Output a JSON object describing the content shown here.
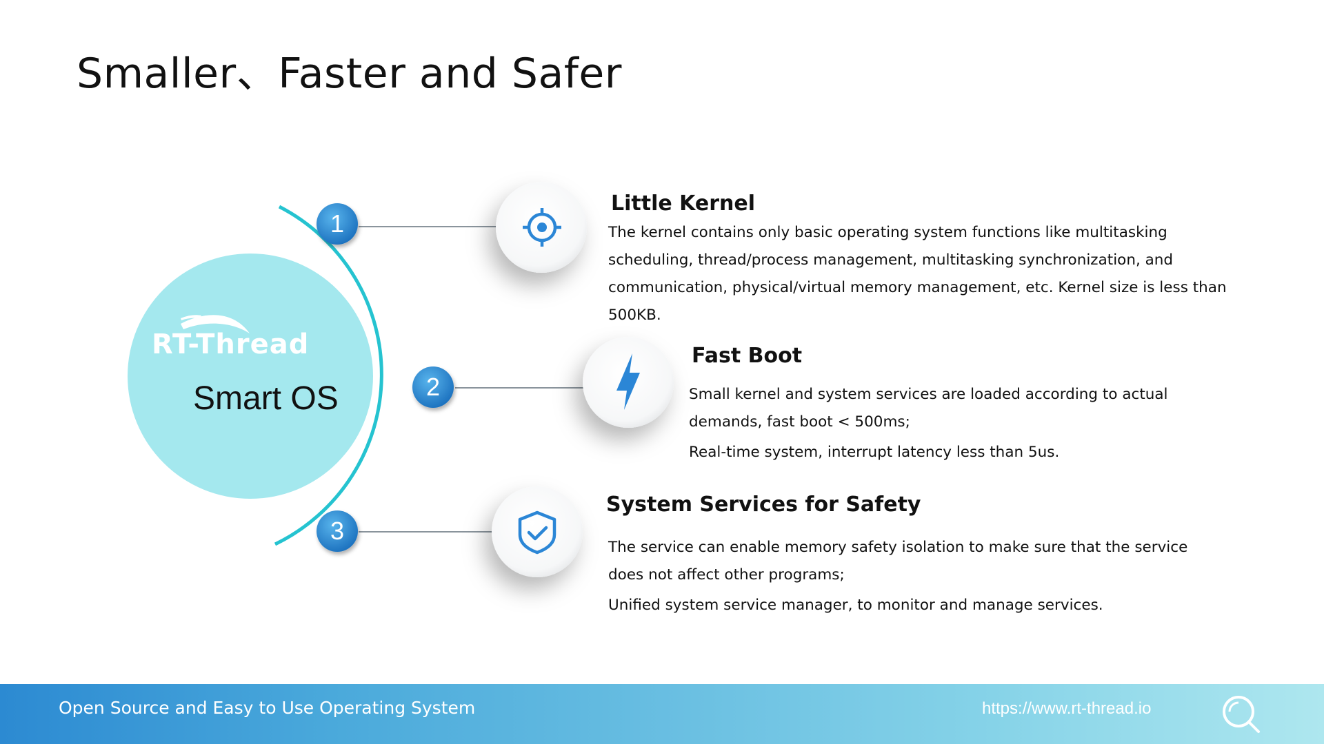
{
  "slide": {
    "title": "Smaller、Faster and Safer"
  },
  "hub": {
    "logo_text": "RT-Thread",
    "label": "Smart OS",
    "circle_color": "#a4e8ee",
    "arc_color": "#25c3d0"
  },
  "features": [
    {
      "number": "1",
      "icon": "target-icon",
      "title": "Little Kernel",
      "paragraphs": [
        "The kernel contains only basic operating system functions like multitasking scheduling, thread/process management, multitasking synchronization, and communication, physical/virtual memory management, etc. Kernel size is less than 500KB."
      ]
    },
    {
      "number": "2",
      "icon": "lightning-icon",
      "title": "Fast Boot",
      "paragraphs": [
        "Small kernel and system services are loaded according to actual demands, fast boot < 500ms;",
        "Real-time system, interrupt latency less than 5us."
      ]
    },
    {
      "number": "3",
      "icon": "shield-check-icon",
      "title": "System Services for Safety",
      "paragraphs": [
        "The service can enable memory safety isolation to make sure that the service does not affect other programs;",
        "Unified system service manager, to monitor and manage services."
      ]
    }
  ],
  "footer": {
    "tagline": "Open Source and Easy to Use Operating System",
    "url": "https://www.rt-thread.io",
    "icon": "search-icon"
  },
  "colors": {
    "accent_blue": "#2d86cf",
    "icon_blue": "#2b86d6"
  }
}
